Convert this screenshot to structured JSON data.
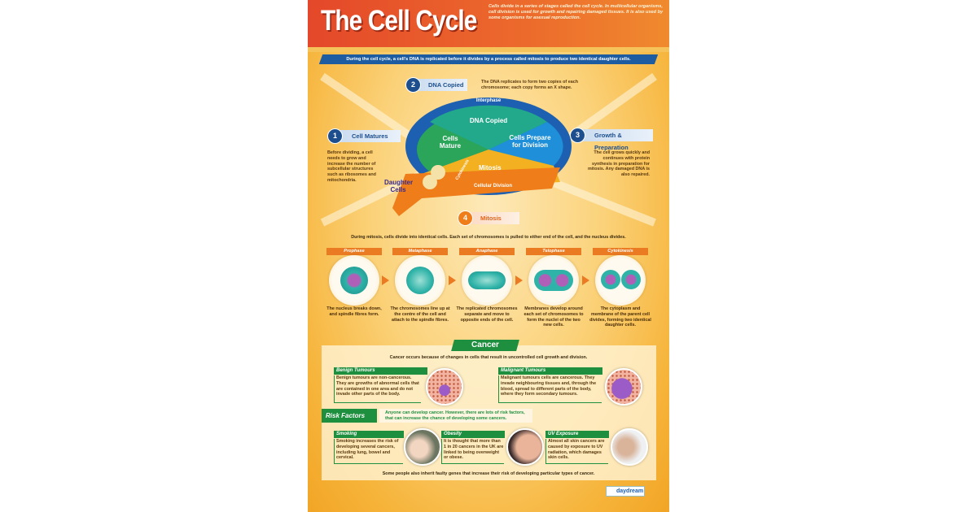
{
  "header": {
    "title": "The Cell Cycle",
    "intro": "Cells divide in a series of stages called the cell cycle. In multicellular organisms, cell division is used for growth and repairing damaged tissues. It is also used by some organisms for asexual reproduction."
  },
  "banner": "During the cell cycle, a cell's DNA is replicated before it divides by a process called mitosis to produce two identical daughter cells.",
  "cycle": {
    "stages": [
      {
        "num": "1",
        "label": "Cell Matures",
        "text": "Before dividing, a cell needs to grow and increase the number of subcellular structures such as ribosomes and mitochondria."
      },
      {
        "num": "2",
        "label": "DNA Copied",
        "text": "The DNA replicates to form two copies of each chromosome; each copy forms an X shape."
      },
      {
        "num": "3",
        "label": "Growth & Preparation",
        "text": "The cell grows quickly and continues with protein synthesis in preparation for mitosis. Any damaged DNA is also repaired."
      },
      {
        "num": "4",
        "label": "Mitosis"
      }
    ],
    "diagram": {
      "ring": "Interphase",
      "dna": "DNA Copied",
      "mature": "Cells Mature",
      "prepare": "Cells Prepare for Division",
      "mitosis": "Mitosis",
      "cytokinesis": "Cytokinesis",
      "division": "Cellular Division",
      "daughter": "Daughter Cells"
    },
    "colors": {
      "ring": "#1d5fb0",
      "mature": "#2aa55a",
      "dna": "#22a88a",
      "prepare": "#1e8fd8",
      "mitosis": "#f3b021",
      "arrow": "#ef7d1a"
    }
  },
  "mitosis": {
    "intro": "During mitosis, cells divide into identical cells. Each set of chromosomes is pulled to either end of the cell, and the nucleus divides.",
    "phases": [
      {
        "name": "Prophase",
        "text": "The nucleus breaks down, and spindle fibres form."
      },
      {
        "name": "Metaphase",
        "text": "The chromosomes line up at the centre of the cell and attach to the spindle fibres."
      },
      {
        "name": "Anaphase",
        "text": "The replicated chromosomes separate and move to opposite ends of the cell."
      },
      {
        "name": "Telophase",
        "text": "Membranes develop around each set of chromosomes to form the nuclei of the two new cells."
      },
      {
        "name": "Cytokinesis",
        "text": "The cytoplasm and membrane of the parent cell divides, forming two identical daughter cells."
      }
    ]
  },
  "cancer": {
    "title": "Cancer",
    "intro": "Cancer occurs because of changes in cells that result in uncontrolled cell growth and division.",
    "benign": {
      "title": "Benign Tumours",
      "text": "Benign tumours are non-cancerous. They are growths of abnormal cells that are contained in one area and do not invade other parts of the body."
    },
    "malignant": {
      "title": "Malignant Tumours",
      "text": "Malignant tumours cells are cancerous. They invade neighbouring tissues and, through the blood, spread to different parts of the body, where they form secondary tumours."
    },
    "risk": {
      "title": "Risk Factors",
      "intro": "Anyone can develop cancer. However, there are lots of risk factors, that can increase the chance of developing some cancers.",
      "items": [
        {
          "title": "Smoking",
          "text": "Smoking increases the risk of developing several cancers, including lung, bowel and cervical."
        },
        {
          "title": "Obesity",
          "text": "It is thought that more than 1 in 20 cancers in the UK are linked to being overweight or obese."
        },
        {
          "title": "UV Exposure",
          "text": "Almost all skin cancers are caused by exposure to UV radiation, which damages skin cells."
        }
      ]
    },
    "footer": "Some people also inherit faulty genes that increase their risk of developing particular types of cancer."
  },
  "logo": "daydream"
}
